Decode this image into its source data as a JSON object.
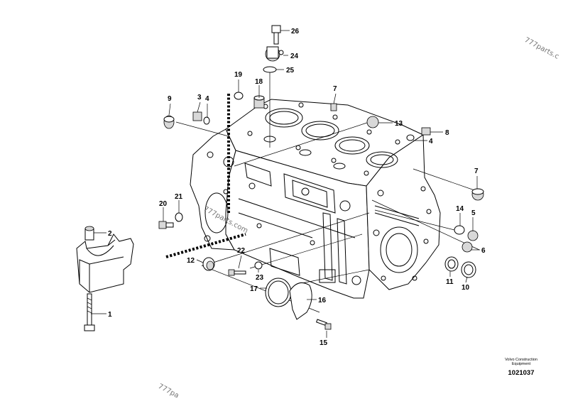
{
  "parts": [
    {
      "id": "p1",
      "label": "1"
    },
    {
      "id": "p2",
      "label": "2"
    },
    {
      "id": "p3",
      "label": "3"
    },
    {
      "id": "p4a",
      "label": "4"
    },
    {
      "id": "p4b",
      "label": "4"
    },
    {
      "id": "p5",
      "label": "5"
    },
    {
      "id": "p6",
      "label": "6"
    },
    {
      "id": "p7a",
      "label": "7"
    },
    {
      "id": "p7b",
      "label": "7"
    },
    {
      "id": "p8",
      "label": "8"
    },
    {
      "id": "p9",
      "label": "9"
    },
    {
      "id": "p10",
      "label": "10"
    },
    {
      "id": "p11",
      "label": "11"
    },
    {
      "id": "p12",
      "label": "12"
    },
    {
      "id": "p13",
      "label": "13"
    },
    {
      "id": "p14",
      "label": "14"
    },
    {
      "id": "p15",
      "label": "15"
    },
    {
      "id": "p16",
      "label": "16"
    },
    {
      "id": "p17",
      "label": "17"
    },
    {
      "id": "p18",
      "label": "18"
    },
    {
      "id": "p19",
      "label": "19"
    },
    {
      "id": "p20",
      "label": "20"
    },
    {
      "id": "p21",
      "label": "21"
    },
    {
      "id": "p22",
      "label": "22"
    },
    {
      "id": "p23",
      "label": "23"
    },
    {
      "id": "p24",
      "label": "24"
    },
    {
      "id": "p25",
      "label": "25"
    },
    {
      "id": "p26",
      "label": "26"
    }
  ],
  "watermarks": [
    "777parts.c",
    "777parts.com",
    "777pa"
  ],
  "footer": {
    "brand_line1": "Volvo Construction",
    "brand_line2": "Equipment",
    "drawing_number": "1021037"
  }
}
